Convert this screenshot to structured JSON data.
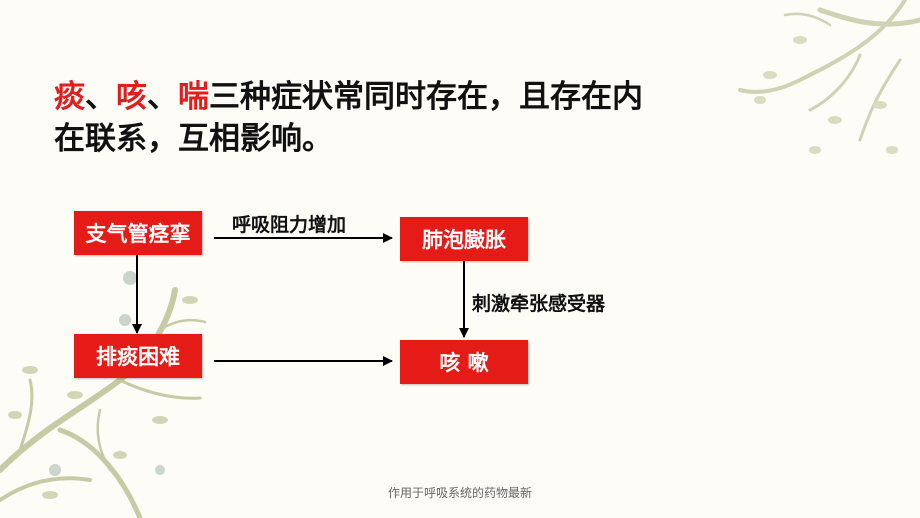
{
  "headline": {
    "word1": "痰",
    "sep1": "、",
    "word2": "咳",
    "sep2": "、",
    "word3": "喘",
    "rest": "三种症状常同时存在，且存在内在联系，互相影响。"
  },
  "diagram": {
    "box_bronchospasm": "支气管痉挛",
    "box_alveolar": "肺泡臌胀",
    "box_sputum": "排痰困难",
    "box_cough": "咳 嗽",
    "label_resistance": "呼吸阻力增加",
    "label_receptor": "刺激牵张感受器"
  },
  "footer": "作用于呼吸系统的药物最新",
  "colors": {
    "accent_red": "#e41b17",
    "headline_red": "#e21d1d",
    "branch": "#c7cba5"
  }
}
